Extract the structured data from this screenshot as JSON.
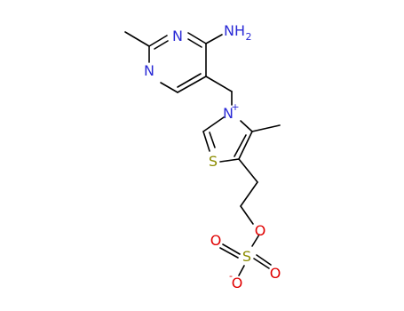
{
  "molecule": {
    "atoms": {
      "n_ring_a": "N",
      "n_ring_b": "N",
      "amine": "NH",
      "amine_sub": "2",
      "n_thiazolium": "N",
      "charge_plus": "+",
      "sulfur_ring": "S",
      "o_ester": "O",
      "s_sulfate": "S",
      "o_double_1": "O",
      "o_double_2": "O",
      "o_anion": "O",
      "charge_minus": "-"
    },
    "colors": {
      "bond": "#000000",
      "nitrogen": "#2a2ad6",
      "sulfur": "#8c8c00",
      "oxygen": "#e00000"
    }
  }
}
